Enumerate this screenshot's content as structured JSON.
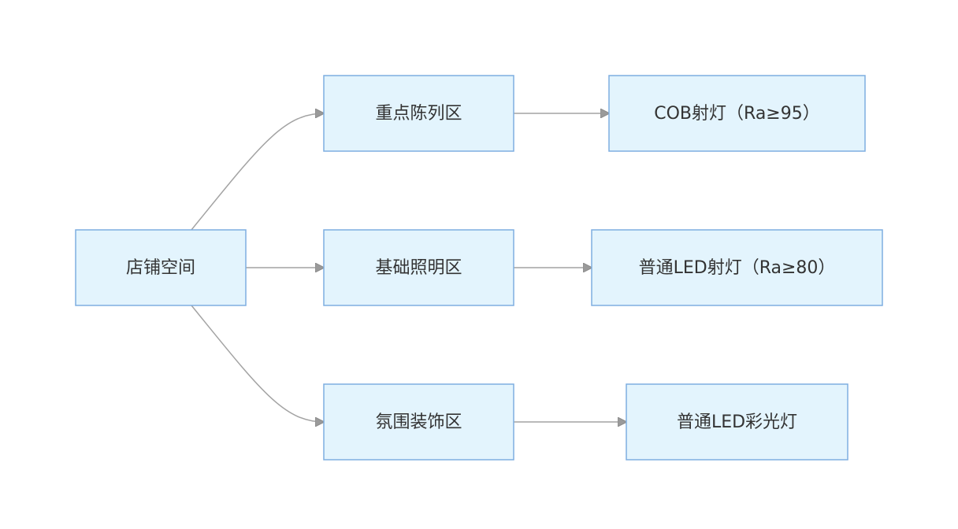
{
  "diagram": {
    "nodes": {
      "store_space": {
        "label": "店铺空间"
      },
      "key_display": {
        "label": "重点陈列区"
      },
      "basic_lighting": {
        "label": "基础照明区"
      },
      "ambient_decor": {
        "label": "氛围装饰区"
      },
      "cob_spot": {
        "label": "COB射灯（Ra≥95）"
      },
      "led_spot": {
        "label": "普通LED射灯（Ra≥80）"
      },
      "led_color": {
        "label": "普通LED彩光灯"
      }
    },
    "edges": [
      {
        "from": "store_space",
        "to": "key_display"
      },
      {
        "from": "store_space",
        "to": "basic_lighting"
      },
      {
        "from": "store_space",
        "to": "ambient_decor"
      },
      {
        "from": "key_display",
        "to": "cob_spot"
      },
      {
        "from": "basic_lighting",
        "to": "led_spot"
      },
      {
        "from": "ambient_decor",
        "to": "led_color"
      }
    ],
    "colors": {
      "node_fill": "#e3f4fd",
      "node_stroke": "#7eaee0",
      "edge": "#a3a3a3",
      "text": "#333333"
    }
  }
}
